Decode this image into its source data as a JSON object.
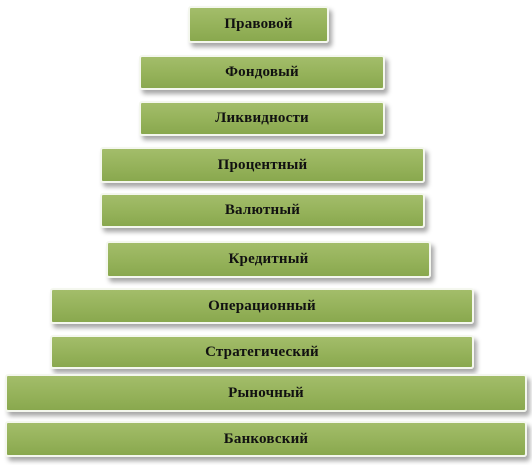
{
  "pyramid": {
    "levels": [
      {
        "label": "Правовой"
      },
      {
        "label": "Фондовый"
      },
      {
        "label": "Ликвидности"
      },
      {
        "label": "Процентный"
      },
      {
        "label": "Валютный"
      },
      {
        "label": "Кредитный"
      },
      {
        "label": "Операционный"
      },
      {
        "label": "Стратегический"
      },
      {
        "label": "Рыночный"
      },
      {
        "label": "Банковский"
      }
    ],
    "colors": {
      "fill": "#95b25a",
      "border": "#f4f7ee",
      "text": "#111111"
    }
  }
}
